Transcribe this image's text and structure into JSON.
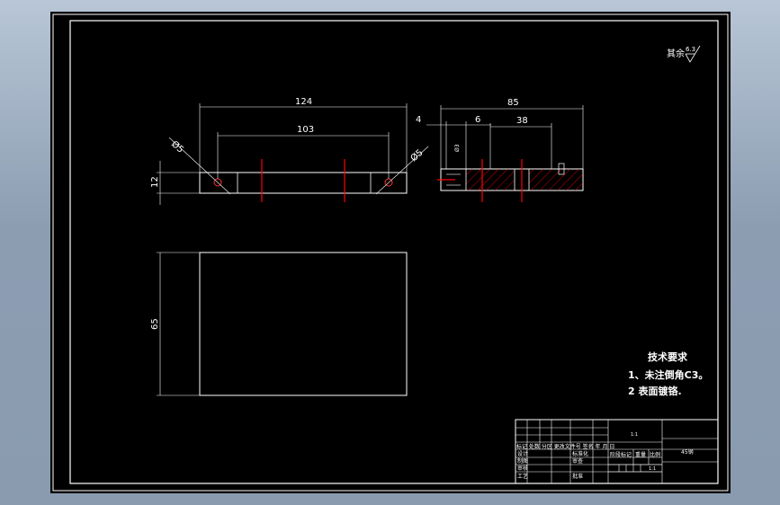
{
  "surface_roughness": {
    "label": "其余",
    "value": "6.3"
  },
  "front_view": {
    "overall_length": "124",
    "hole_spacing": "103",
    "thickness": "12",
    "hole_left": "Ø5",
    "hole_right": "Ø5"
  },
  "side_view": {
    "overall_width": "85",
    "offset_a": "4",
    "offset_b": "6",
    "slot_width": "38",
    "small_note": "Ø3"
  },
  "top_view": {
    "height": "65"
  },
  "technical_requirements": {
    "title": "技术要求",
    "items": [
      "1、未注倒角C3。",
      "2  表面镀铬."
    ]
  },
  "title_block": {
    "scale": "1:1",
    "material": "45钢",
    "row_header": "标记 处数 分区 更改文件号 签名 年 月 日",
    "labels": [
      "设计",
      "制图",
      "审核",
      "工艺"
    ],
    "mid_labels": [
      "标准化",
      "审查",
      "批准"
    ],
    "stage_label": "阶段标记",
    "weight_label": "重量",
    "scale_label": "比例",
    "ratio": "1:1"
  },
  "colors": {
    "background": "#000000",
    "lines": "#ffffff",
    "centerline": "#ff0000",
    "hatch": "#ff0000"
  }
}
